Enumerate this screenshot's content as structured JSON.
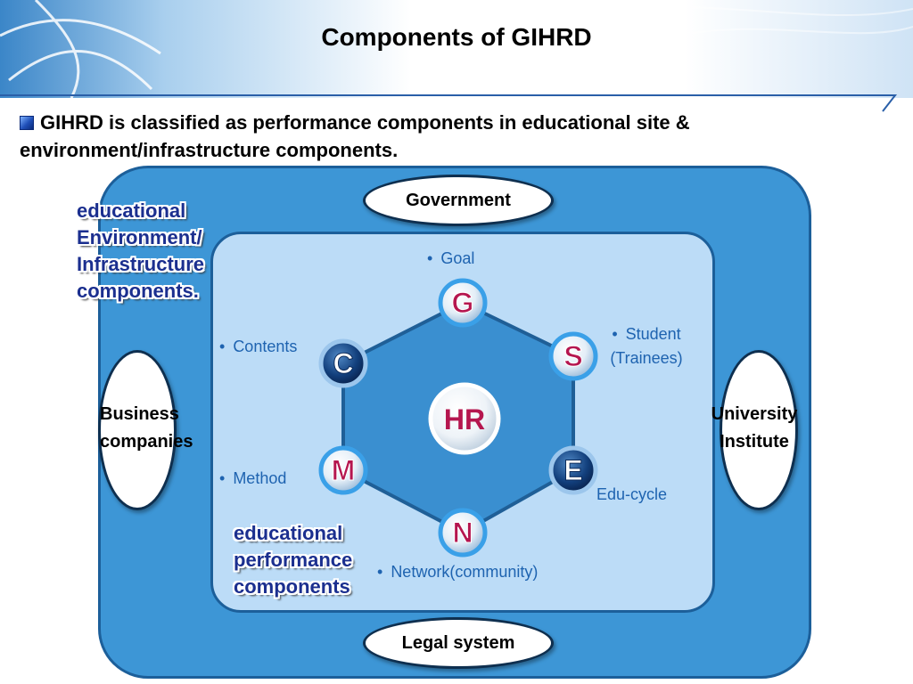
{
  "slide": {
    "title": "Components of GIHRD",
    "intro_text": "GIHRD is classified as performance components in educational site  & environment/infrastructure  components."
  },
  "frame": {
    "government": "Government",
    "legal_system": "Legal system",
    "business_line1": "Business",
    "business_line2": "companies",
    "university_line1": "University",
    "university_line2": "Institute"
  },
  "callouts": {
    "environment": [
      "educational",
      "Environment/",
      "Infrastructure",
      "components."
    ],
    "performance": [
      "educational",
      "performance",
      "components"
    ]
  },
  "hexagon": {
    "center": "HR",
    "nodes": [
      {
        "letter": "G",
        "label": "Goal",
        "style": "light"
      },
      {
        "letter": "S",
        "label_line1": "Student",
        "label_line2": "(Trainees)",
        "style": "light"
      },
      {
        "letter": "E",
        "label": "Edu-cycle",
        "style": "dark"
      },
      {
        "letter": "N",
        "label": "Network(community)",
        "style": "light"
      },
      {
        "letter": "M",
        "label": "Method",
        "style": "light"
      },
      {
        "letter": "C",
        "label": "Contents",
        "style": "dark"
      }
    ]
  },
  "colors": {
    "outer_frame": "#3d96d6",
    "inner_frame": "#bcdcf7",
    "hexagon_fill": "#3a8fd0",
    "item_label": "#1e63b0",
    "callout_text": "#1b2f8f",
    "letter_light": "#b5164f",
    "letter_dark": "#ffffff"
  }
}
